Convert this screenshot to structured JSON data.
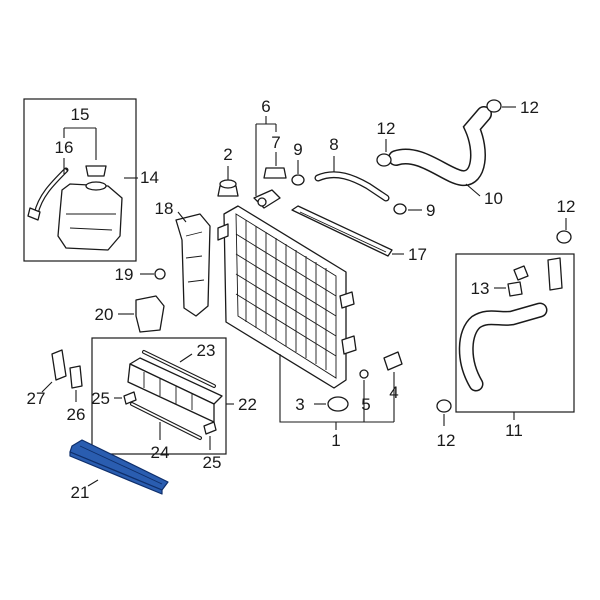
{
  "callouts": {
    "c1": "1",
    "c2": "2",
    "c3": "3",
    "c4": "4",
    "c5": "5",
    "c6": "6",
    "c7": "7",
    "c8": "8",
    "c9a": "9",
    "c9b": "9",
    "c10": "10",
    "c11": "11",
    "c12a": "12",
    "c12b": "12",
    "c12c": "12",
    "c12d": "12",
    "c13": "13",
    "c14": "14",
    "c15": "15",
    "c16": "16",
    "c17": "17",
    "c18": "18",
    "c19": "19",
    "c20": "20",
    "c21": "21",
    "c22": "22",
    "c23": "23",
    "c24": "24",
    "c25a": "25",
    "c25b": "25",
    "c26": "26",
    "c27": "27"
  },
  "colors": {
    "line": "#1a1a1a",
    "highlight_fill": "#2a5db0",
    "highlight_stroke": "#0f2f6b",
    "background": "#ffffff"
  },
  "highlighted_part": "21"
}
